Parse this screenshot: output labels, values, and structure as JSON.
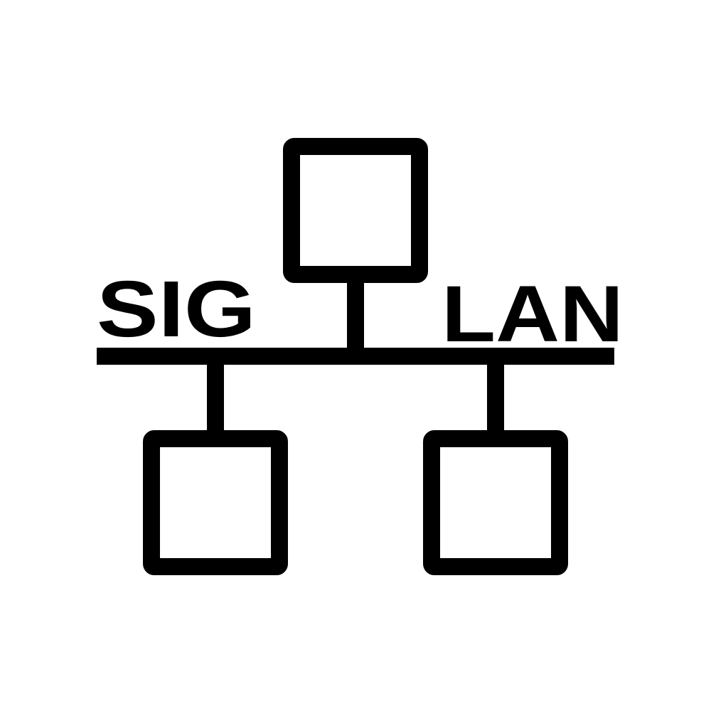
{
  "logo": {
    "left_text": "SIG",
    "right_text": "LAN",
    "colors": {
      "background": "#ffffff",
      "foreground": "#000000"
    }
  },
  "diagram": {
    "nodes": [
      {
        "id": "top-node",
        "shape": "square",
        "icon": "network-node-icon"
      },
      {
        "id": "bottom-left-node",
        "shape": "square",
        "icon": "network-node-icon"
      },
      {
        "id": "bottom-right-node",
        "shape": "square",
        "icon": "network-node-icon"
      }
    ],
    "edges": [
      {
        "from": "top-node",
        "to": "bus"
      },
      {
        "from": "bottom-left-node",
        "to": "bus"
      },
      {
        "from": "bottom-right-node",
        "to": "bus"
      }
    ]
  }
}
